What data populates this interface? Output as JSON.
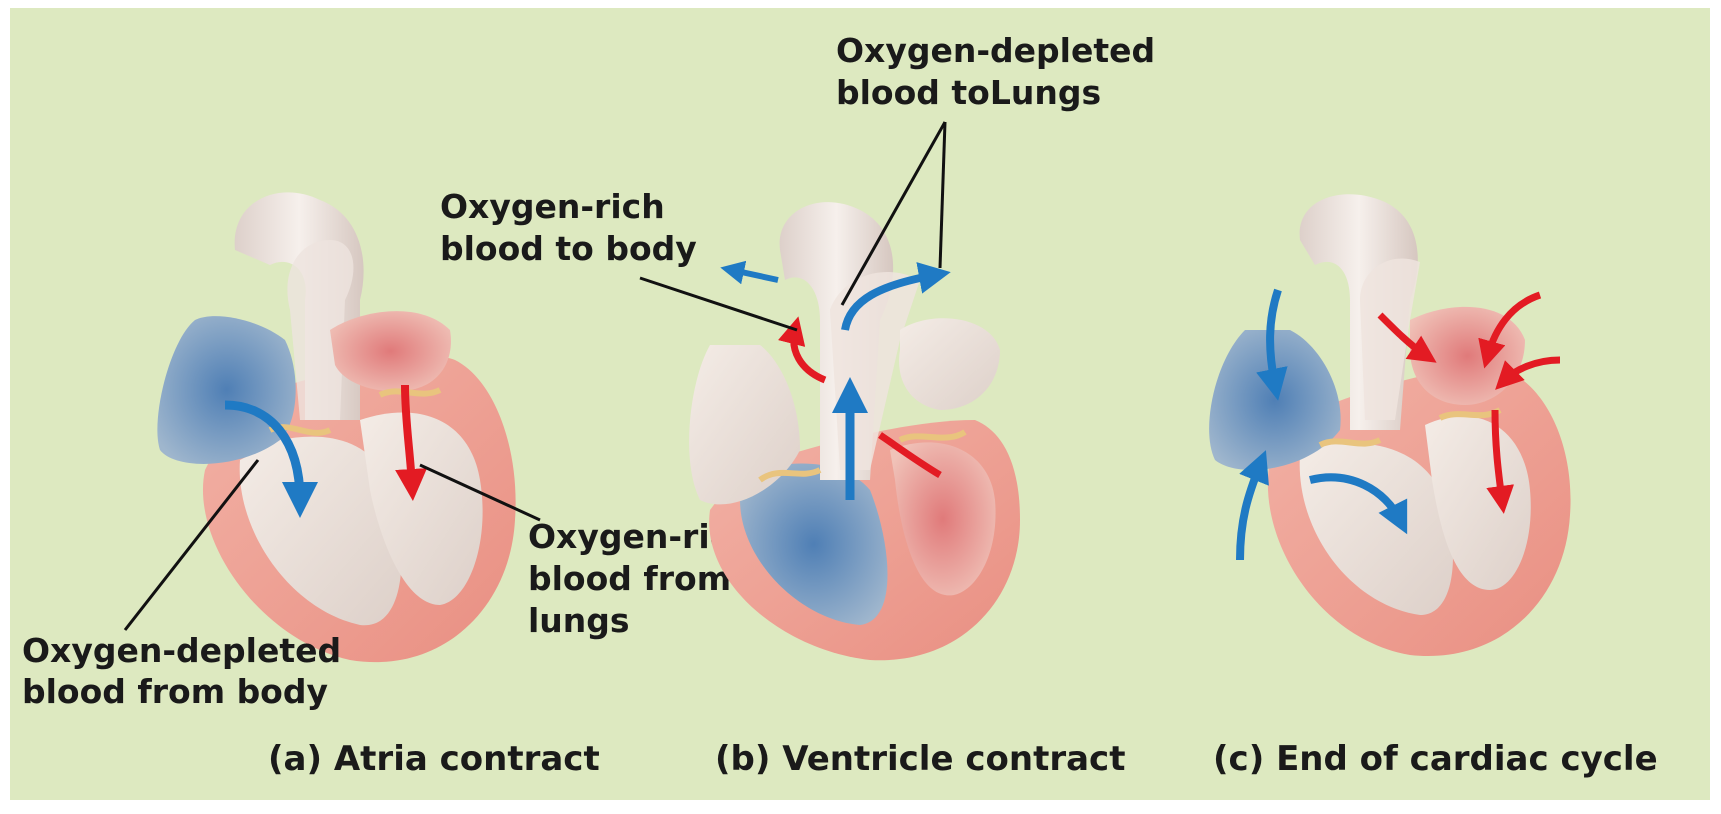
{
  "colors": {
    "background": "#dde9c0",
    "frame": "#ffffff",
    "oxygen_rich": "#e31b23",
    "oxygen_depleted": "#1f7ac4",
    "muscle": "#eda296",
    "vessel": "#ece2dc",
    "valve": "#e9c47e",
    "leader": "#111111"
  },
  "panels": [
    {
      "caption": "(a) Atria contract",
      "labels": [
        "Oxygen-depleted",
        "blood from body",
        "Oxygen-rich",
        "blood from",
        "lungs"
      ]
    },
    {
      "caption": "(b) Ventricle contract",
      "labels": [
        "Oxygen-rich",
        "blood to body",
        "Oxygen-depleted",
        "blood toLungs"
      ]
    },
    {
      "caption": "(c) End of cardiac cycle",
      "labels": []
    }
  ],
  "icons": [
    "blue-flow-arrow-icon",
    "red-flow-arrow-icon"
  ]
}
